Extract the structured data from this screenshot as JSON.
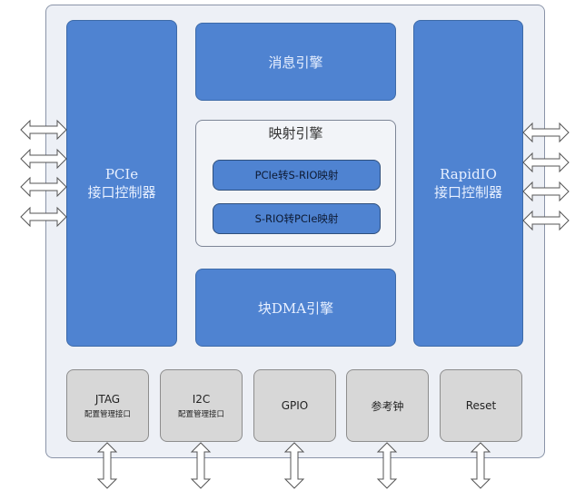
{
  "pcie": {
    "line1": "PCIe",
    "line2": "接口控制器"
  },
  "msg_engine": "消息引擎",
  "map_engine": {
    "title": "映射引擎",
    "p2s": "PCIe转S-RIO映射",
    "s2p": "S-RIO转PCIe映射"
  },
  "dma_engine": "块DMA引擎",
  "rapidio": {
    "line1": "RapidIO",
    "line2": "接口控制器"
  },
  "bottom": [
    {
      "label": "JTAG",
      "sub": "配置管理接口"
    },
    {
      "label": "I2C",
      "sub": "配置管理接口"
    },
    {
      "label": "GPIO",
      "sub": ""
    },
    {
      "label": "参考钟",
      "sub": ""
    },
    {
      "label": "Reset",
      "sub": ""
    }
  ],
  "colors": {
    "block": "#4f83d1",
    "chip": "#edf0f6",
    "grey": "#d7d7d7"
  },
  "icons": {
    "bus": "double-arrow-icon"
  }
}
